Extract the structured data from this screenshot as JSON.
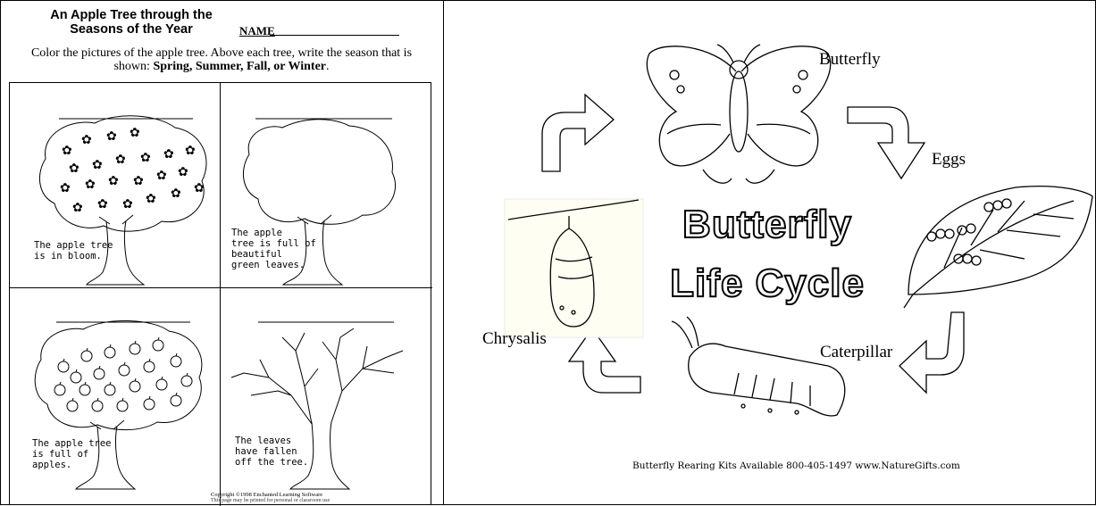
{
  "worksheet": {
    "title_line1": "An Apple Tree through the",
    "title_line2": "Seasons of the Year",
    "name_label": "NAME",
    "instruction_plain": "Color the pictures of the apple tree.  Above each tree, write the season that is shown: ",
    "instruction_bold": "Spring, Summer, Fall, or Winter",
    "instruction_end": ".",
    "captions": {
      "bloom": "The apple tree\nis in bloom.",
      "leaves": "The apple\ntree is full of\nbeautiful\ngreen leaves.",
      "apples": "The apple tree\nis full of\napples.",
      "fallen": "The leaves\nhave fallen\noff the tree."
    },
    "copyright": "Copyright ©1998 Enchanted Learning Software",
    "copyright2": "This page may be printed for personal or classroom use"
  },
  "poster": {
    "title_line1": "Butterfly",
    "title_line2": "Life Cycle",
    "stages": {
      "butterfly": "Butterfly",
      "eggs": "Eggs",
      "caterpillar": "Caterpillar",
      "chrysalis": "Chrysalis"
    },
    "footer": "Butterfly Rearing Kits Available   800-405-1497   www.NatureGifts.com"
  }
}
